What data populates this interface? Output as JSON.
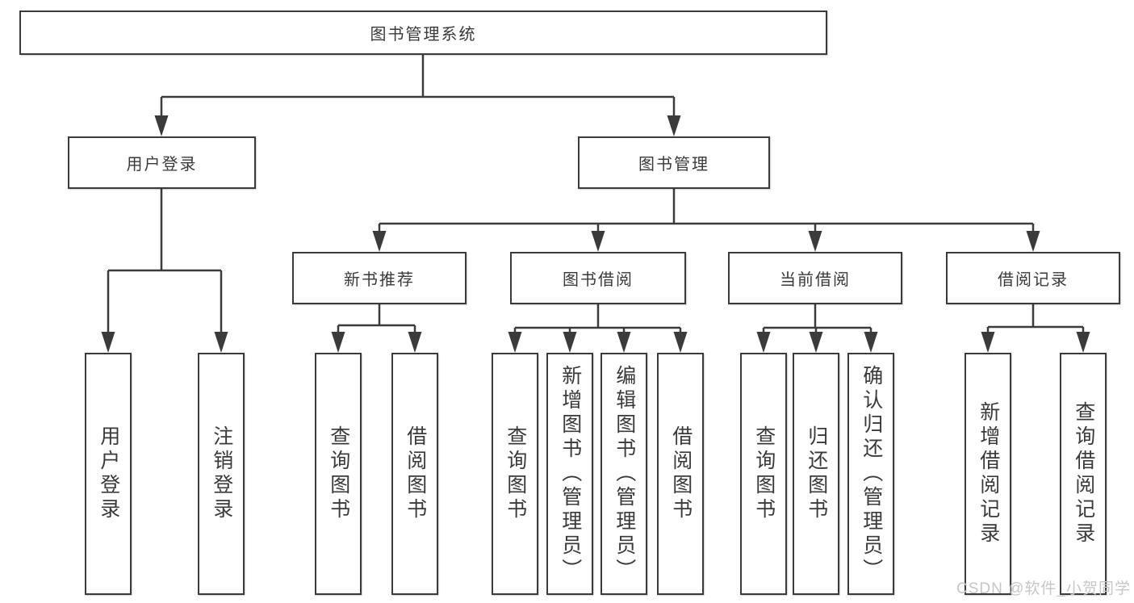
{
  "page": {
    "background": "#ffffff"
  },
  "colors": {
    "line": "#3b3b3b",
    "box_border": "#3b3b3b",
    "text": "#3a3a3a",
    "watermark": "#c6c6c6"
  },
  "tree": {
    "root": {
      "label": "图书管理系统"
    },
    "branches": [
      {
        "label": "用户登录",
        "children": [
          {
            "label": "用户登录"
          },
          {
            "label": "注销登录"
          }
        ]
      },
      {
        "label": "图书管理",
        "children": [
          {
            "label": "新书推荐",
            "children": [
              {
                "label": "查询图书"
              },
              {
                "label": "借阅图书"
              }
            ]
          },
          {
            "label": "图书借阅",
            "children": [
              {
                "label": "查询图书"
              },
              {
                "label": "新增图书（管理员）"
              },
              {
                "label": "编辑图书（管理员）"
              },
              {
                "label": "借阅图书"
              }
            ]
          },
          {
            "label": "当前借阅",
            "children": [
              {
                "label": "查询图书"
              },
              {
                "label": "归还图书"
              },
              {
                "label": "确认归还（管理员）"
              }
            ]
          },
          {
            "label": "借阅记录",
            "children": [
              {
                "label": "新增借阅记录"
              },
              {
                "label": "查询借阅记录"
              }
            ]
          }
        ]
      }
    ]
  },
  "watermark": {
    "text": "CSDN @软件_小贺同学"
  }
}
